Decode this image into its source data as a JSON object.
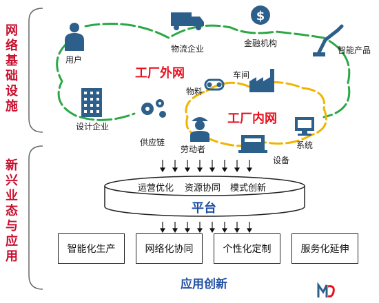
{
  "sections": {
    "network_title": "网络基础设施",
    "app_title": "新兴业态与应用"
  },
  "external_network": {
    "zone_label": "工厂外网",
    "nodes": {
      "user": "用户",
      "logistics": "物流企业",
      "finance": "金融机构",
      "smart_product": "智能产品",
      "design": "设计企业",
      "supply_chain": "供应链"
    }
  },
  "internal_network": {
    "zone_label": "工厂内网",
    "nodes": {
      "material": "物料",
      "workshop": "车间",
      "worker": "劳动者",
      "equipment": "设备",
      "system": "系统"
    }
  },
  "platform": {
    "functions": [
      "运营优化",
      "资源协同",
      "模式创新"
    ],
    "title": "平台"
  },
  "applications": {
    "boxes": [
      "智能化生产",
      "网络化协同",
      "个性化定制",
      "服务化延伸"
    ],
    "title": "应用创新"
  },
  "colors": {
    "external_loop": "#2aa845",
    "internal_loop": "#f0b400",
    "zone_text": "#e8101e",
    "section_text": "#c8102e",
    "icon_blue": "#2c5f8a",
    "title_blue": "#1f4fa3"
  }
}
